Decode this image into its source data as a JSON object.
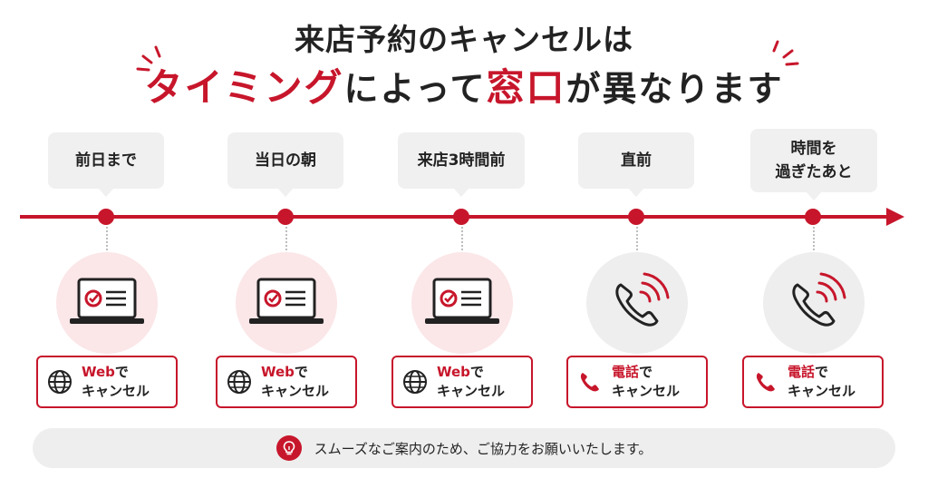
{
  "title": {
    "line1": "来店予約のキャンセルは",
    "line2_accent1": "タイミング",
    "line2_mid": "によって",
    "line2_accent2": "窓口",
    "line2_end": "が異なります"
  },
  "steps": [
    {
      "timing": "前日まで",
      "method_accent": "Web",
      "method_suffix": "で",
      "method_line2": "キャンセル",
      "icon": "laptop-check-icon",
      "method_icon": "globe-icon"
    },
    {
      "timing": "当日の朝",
      "method_accent": "Web",
      "method_suffix": "で",
      "method_line2": "キャンセル",
      "icon": "laptop-check-icon",
      "method_icon": "globe-icon"
    },
    {
      "timing": "来店3時間前",
      "method_accent": "Web",
      "method_suffix": "で",
      "method_line2": "キャンセル",
      "icon": "laptop-check-icon",
      "method_icon": "globe-icon"
    },
    {
      "timing": "直前",
      "method_accent": "電話",
      "method_suffix": "で",
      "method_line2": "キャンセル",
      "icon": "phone-ringing-icon",
      "method_icon": "phone-icon"
    },
    {
      "timing_line1": "時間を",
      "timing_line2": "過ぎたあと",
      "method_accent": "電話",
      "method_suffix": "で",
      "method_line2": "キャンセル",
      "icon": "phone-ringing-icon",
      "method_icon": "phone-icon"
    }
  ],
  "note": {
    "text": "スムーズなご案内のため、ご協力をお願いいたします。",
    "icon": "lightbulb-icon"
  },
  "colors": {
    "accent": "#c7162b",
    "bubble": "#f0f0f0",
    "pink_circle": "#fbe6e8",
    "gray_circle": "#eeeeee"
  }
}
